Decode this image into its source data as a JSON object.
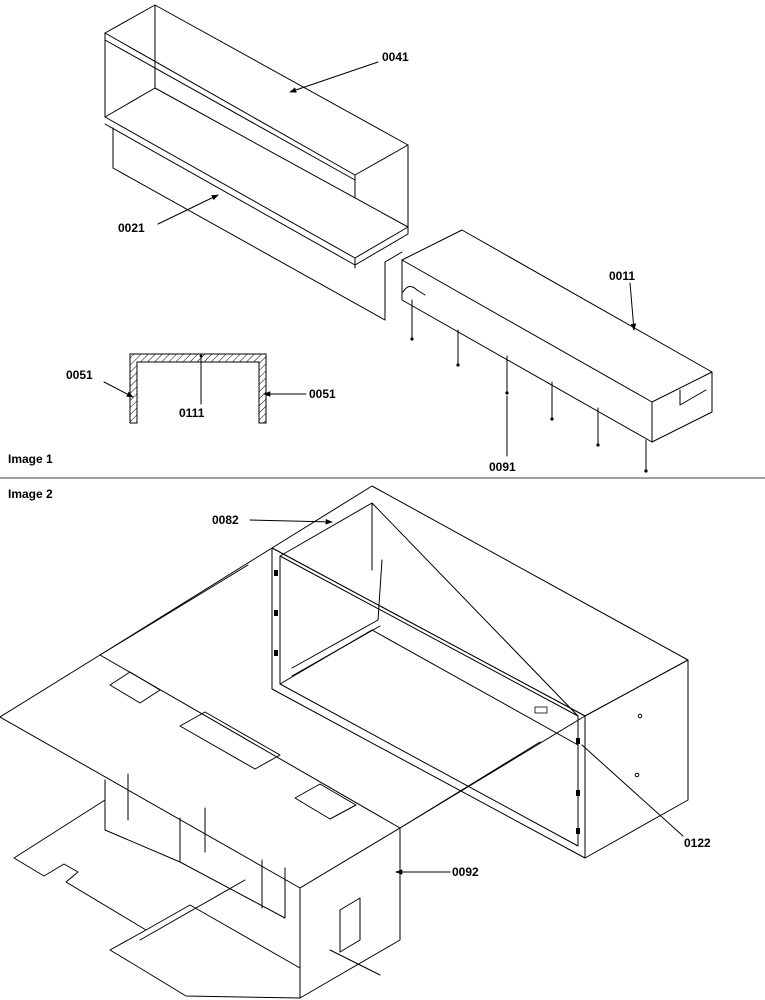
{
  "sections": [
    {
      "title": "Image 1"
    },
    {
      "title": "Image 2"
    }
  ],
  "callouts": {
    "c0041": "0041",
    "c0021": "0021",
    "c0011": "0011",
    "c0051_left": "0051",
    "c0111": "0111",
    "c0051_right": "0051",
    "c0091": "0091",
    "c0082": "0082",
    "c0122": "0122",
    "c0092": "0092"
  }
}
